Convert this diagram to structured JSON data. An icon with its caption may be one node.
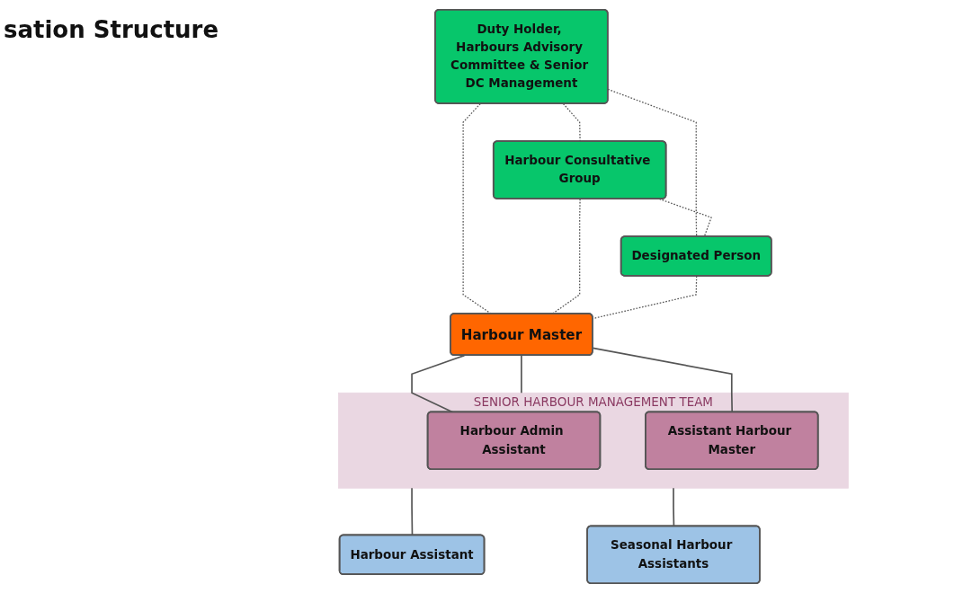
{
  "diagram": {
    "title": "sation Structure",
    "nodes": [
      {
        "text": [
          "Duty Holder, Harbours Advisory Committee & Senior DC Management"
        ]
      },
      {
        "text": [
          "Harbour Consultative Group"
        ]
      },
      {
        "text": [
          "Designated Person"
        ]
      },
      {
        "text": [
          "Harbour Master"
        ]
      },
      {
        "text": [
          "SENIOR HARBOUR MANAGEMENT TEAM"
        ]
      },
      {
        "text": [
          "Harbour Admin Assistant"
        ],
        "in": 4
      },
      {
        "text": [
          "Assistant Harbour Master"
        ],
        "in": 4
      },
      {
        "text": [
          "Harbour Assistant"
        ]
      },
      {
        "text": [
          "Seasonal Harbour Assistants"
        ]
      }
    ],
    "edges": [
      {
        "from": 0,
        "to": 1,
        "arrow": "none",
        "style": "dashed"
      },
      {
        "from": 0,
        "to": 2,
        "arrow": "none",
        "style": "dashed"
      },
      {
        "from": 1,
        "to": 2,
        "arrow": "none",
        "style": "dashed"
      },
      {
        "from": 0,
        "to": 3,
        "arrow": "none",
        "style": "dashed"
      },
      {
        "from": 1,
        "to": 3,
        "arrow": "none",
        "style": "dashed"
      },
      {
        "from": 2,
        "to": 3,
        "arrow": "none",
        "style": "dashed"
      },
      {
        "from": 3,
        "to": 5,
        "arrow": "none"
      },
      {
        "from": 3,
        "to": 6,
        "arrow": "none"
      },
      {
        "from": 3,
        "to": 4,
        "arrow": "none"
      },
      {
        "from": 4,
        "to": 7,
        "arrow": "none"
      },
      {
        "from": 4,
        "to": 8,
        "arrow": "none"
      }
    ]
  }
}
